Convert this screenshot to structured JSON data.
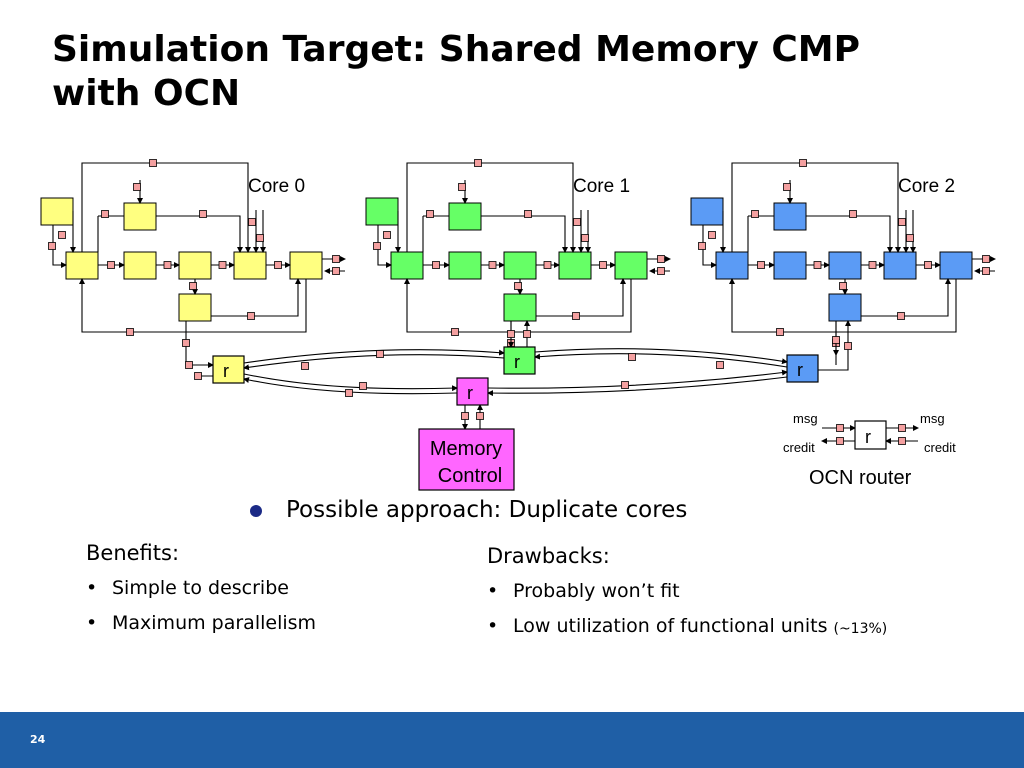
{
  "slide": {
    "title_line1": "Simulation Target: Shared Memory CMP",
    "title_line2": "with OCN",
    "page_number": "24"
  },
  "diagram": {
    "cores": [
      {
        "label": "Core 0",
        "color": "#ffff80"
      },
      {
        "label": "Core 1",
        "color": "#66ff66"
      },
      {
        "label": "Core 2",
        "color": "#5b9bf5"
      }
    ],
    "router_label": "r",
    "memory_control": {
      "line1": "Memory",
      "line2": "Control",
      "color": "#ff66ff"
    },
    "legend": {
      "msg_left": "msg",
      "msg_right": "msg",
      "credit_left": "credit",
      "credit_right": "credit",
      "router": "r",
      "caption": "OCN router"
    },
    "reg_color": "#f4a0a0"
  },
  "approach": {
    "text": "Possible approach: Duplicate cores"
  },
  "benefits": {
    "heading": "Benefits:",
    "items": [
      "Simple to describe",
      "Maximum parallelism"
    ]
  },
  "drawbacks": {
    "heading": "Drawbacks:",
    "items": [
      "Probably won’t fit",
      "Low utilization of functional units"
    ],
    "note": "(~13%)"
  }
}
